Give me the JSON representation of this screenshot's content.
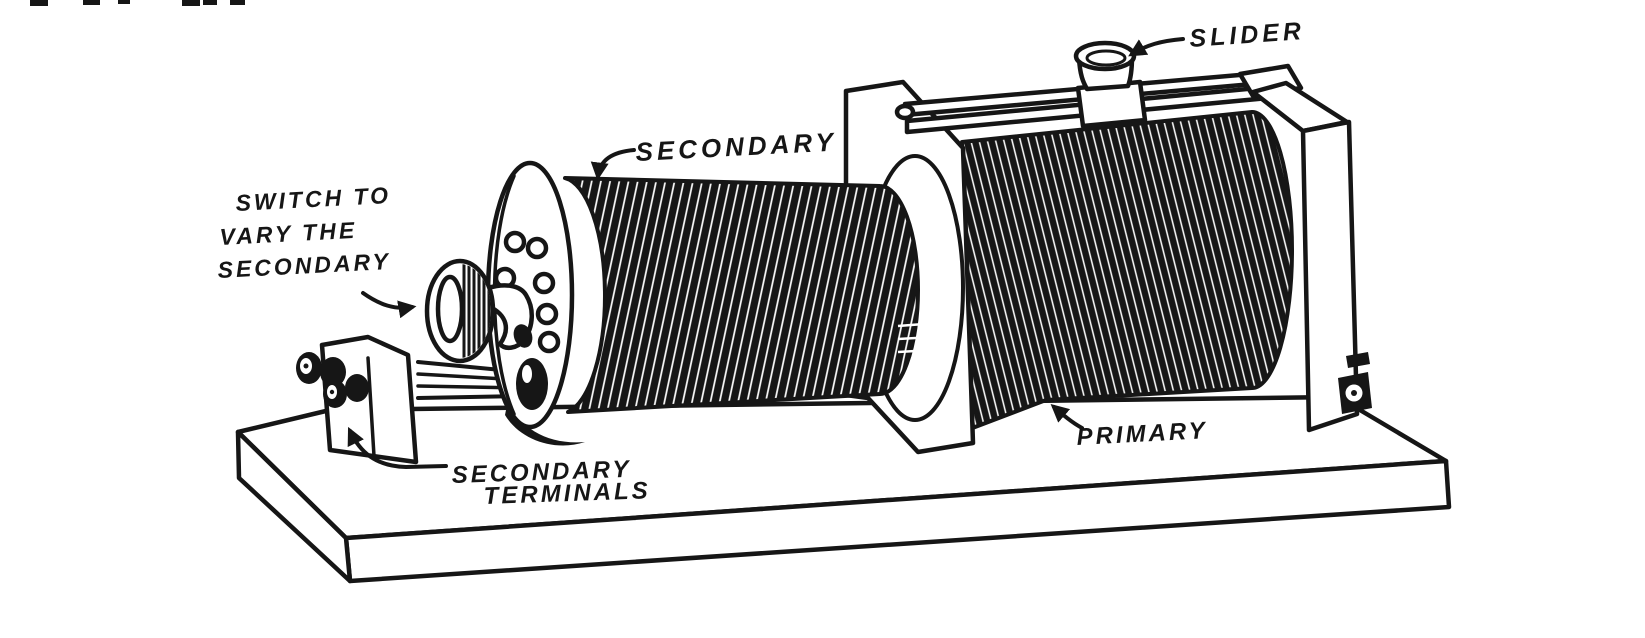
{
  "figure": {
    "ink_color": "#161616",
    "paper_color": "#ffffff",
    "labels": {
      "slider": "SLIDER",
      "secondary": "SECONDARY",
      "switch": {
        "line1": "SWITCH TO",
        "line2": "VARY THE",
        "line3": "SECONDARY"
      },
      "secondary_terminals": {
        "line1": "SECONDARY",
        "line2": "TERMINALS"
      },
      "primary": "PRIMARY"
    }
  }
}
